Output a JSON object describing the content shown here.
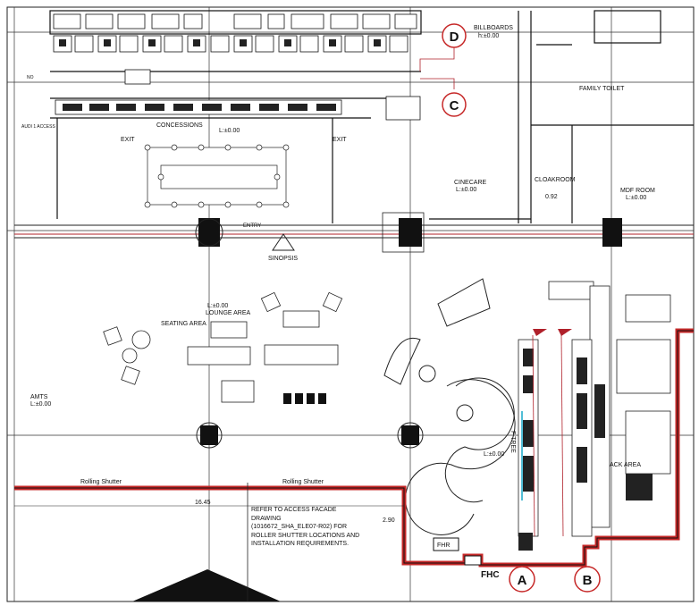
{
  "labels": {
    "billboards": "BILLBOARDS",
    "billboards_level": "h:±0.00",
    "family_toilet": "FAMILY TOILET",
    "concessions": "CONCESSIONS",
    "conc_level": "L:±0.00",
    "exit_left": "EXIT",
    "exit_right": "EXIT",
    "cinecare": "CINECARE",
    "cinecare_level": "L:±0.00",
    "cloakroom": "CLOAKROOM",
    "cloak_dim": "0.92",
    "mdf_room": "MDF ROOM",
    "mdf_level": "L:±0.00",
    "entry": "ENTRY",
    "sinopsis": "SINOPSIS",
    "lounge_level": "L:±0.00",
    "lounge_area": "LOUNGE AREA",
    "seating_area": "SEATING AREA",
    "amts": "AMTS",
    "amts_level": "L:±0.00",
    "ftree": "F TREE",
    "center_level": "L:±0.00",
    "back_area": "ACK AREA",
    "rolling_shutter_1": "Rolling Shutter",
    "rolling_shutter_2": "Rolling Shutter",
    "dim_1645": "16.45",
    "dim_290": "2.90",
    "fhr": "FHR",
    "fhc": "FHC",
    "audi": "AUDI 1 ACCESS",
    "no": "NO"
  },
  "markers": {
    "a": "A",
    "b": "B",
    "c": "C",
    "d": "D"
  },
  "note": "REFER TO ACCESS FACADE\nDRAWING\n(1016672_SHA_ELE07-R02) FOR\nROLLER SHUTTER LOCATIONS AND\nINSTALLATION REQUIREMENTS."
}
